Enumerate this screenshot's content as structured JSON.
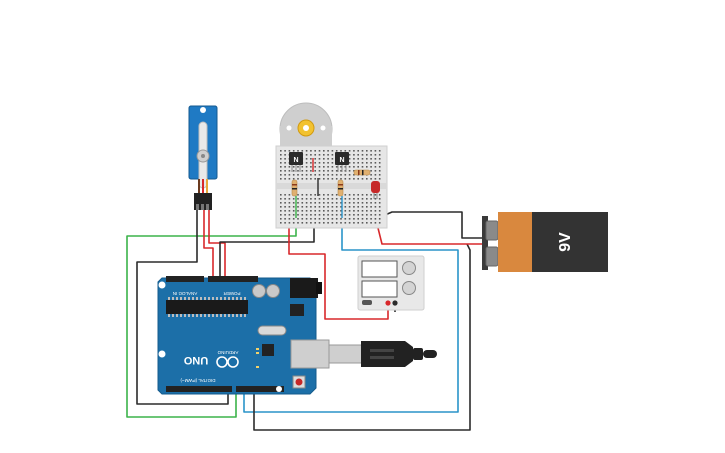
{
  "colors": {
    "arduino": "#1c6fa8",
    "arduino_dark": "#155b8c",
    "servo": "#1f7ac4",
    "breadboard": "#e6e6e6",
    "wire_red": "#d8282b",
    "wire_black": "#2b2b2b",
    "wire_green": "#3bb34a",
    "wire_blue": "#2a94c9",
    "battery_orange": "#d9883e",
    "battery_dark": "#333333",
    "led_red": "#c62828"
  },
  "icons": [
    "servo-motor-icon",
    "dc-motor-icon",
    "transistor-icon",
    "resistor-icon",
    "led-icon",
    "battery-icon",
    "usb-plug-icon",
    "voltmeter-icon"
  ],
  "arduino": {
    "brand": "UNO",
    "logo": "ARDUINO",
    "digital_label": "DIGITAL (PWM~)",
    "power_label": "POWER",
    "analog_label": "ANALOG IN"
  },
  "transistor_1": {
    "label": "N"
  },
  "transistor_2": {
    "label": "N"
  },
  "battery": {
    "label": "9V"
  }
}
